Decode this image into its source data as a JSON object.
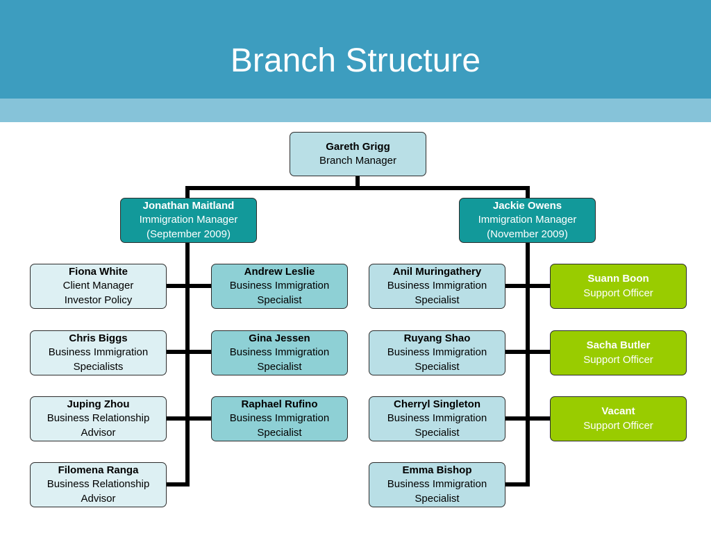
{
  "slide": {
    "title": "Branch Structure"
  },
  "colors": {
    "header": "#3d9dbf",
    "header_strip": "#86c3d9",
    "top_box": "#b9dfe6",
    "manager_box": "#12999a",
    "staff_left": "#ddf0f3",
    "staff_specialist": "#8ed0d5",
    "staff_right": "#b9dfe6",
    "support_box": "#99cc00",
    "connector": "#000000"
  },
  "org": {
    "branch_manager": {
      "name": "Gareth Grigg",
      "role": "Branch Manager"
    },
    "managers": [
      {
        "name": "Jonathan Maitland",
        "role": "Immigration Manager",
        "date": "(September 2009)"
      },
      {
        "name": "Jackie Owens",
        "role": "Immigration Manager",
        "date": "(November 2009)"
      }
    ],
    "left_outer": [
      {
        "name": "Fiona White",
        "line1": "Client  Manager",
        "line2": "Investor Policy"
      },
      {
        "name": "Chris Biggs",
        "line1": "Business Immigration",
        "line2": "Specialists"
      },
      {
        "name": "Juping Zhou",
        "line1": "Business Relationship",
        "line2": "Advisor"
      },
      {
        "name": "Filomena Ranga",
        "line1": "Business Relationship",
        "line2": "Advisor"
      }
    ],
    "left_inner": [
      {
        "name": "Andrew Leslie",
        "line1": "Business Immigration",
        "line2": "Specialist"
      },
      {
        "name": "Gina Jessen",
        "line1": "Business Immigration",
        "line2": "Specialist"
      },
      {
        "name": "Raphael Rufino",
        "line1": "Business Immigration",
        "line2": "Specialist"
      }
    ],
    "right_inner": [
      {
        "name": "Anil Muringathery",
        "line1": "Business Immigration",
        "line2": "Specialist"
      },
      {
        "name": "Ruyang Shao",
        "line1": "Business Immigration",
        "line2": "Specialist"
      },
      {
        "name": "Cherryl Singleton",
        "line1": "Business Immigration",
        "line2": "Specialist"
      },
      {
        "name": "Emma Bishop",
        "line1": "Business Immigration",
        "line2": "Specialist"
      }
    ],
    "right_outer": [
      {
        "name": "Suann Boon",
        "role": "Support Officer"
      },
      {
        "name": "Sacha Butler",
        "role": "Support Officer"
      },
      {
        "name": "Vacant",
        "role": "Support Officer"
      }
    ]
  }
}
